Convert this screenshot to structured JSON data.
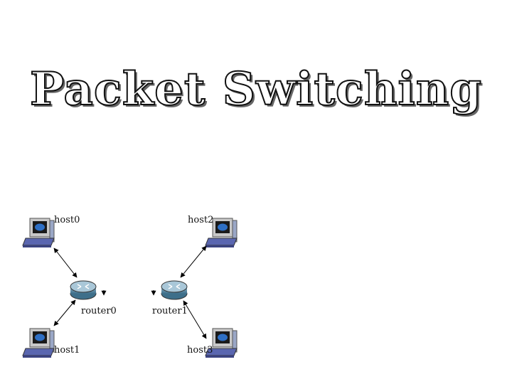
{
  "title": "Packet Switching",
  "nodes": {
    "host0": "host0",
    "host1": "host1",
    "host2": "host2",
    "host3": "host3",
    "router0": "router0",
    "router1": "router1"
  }
}
